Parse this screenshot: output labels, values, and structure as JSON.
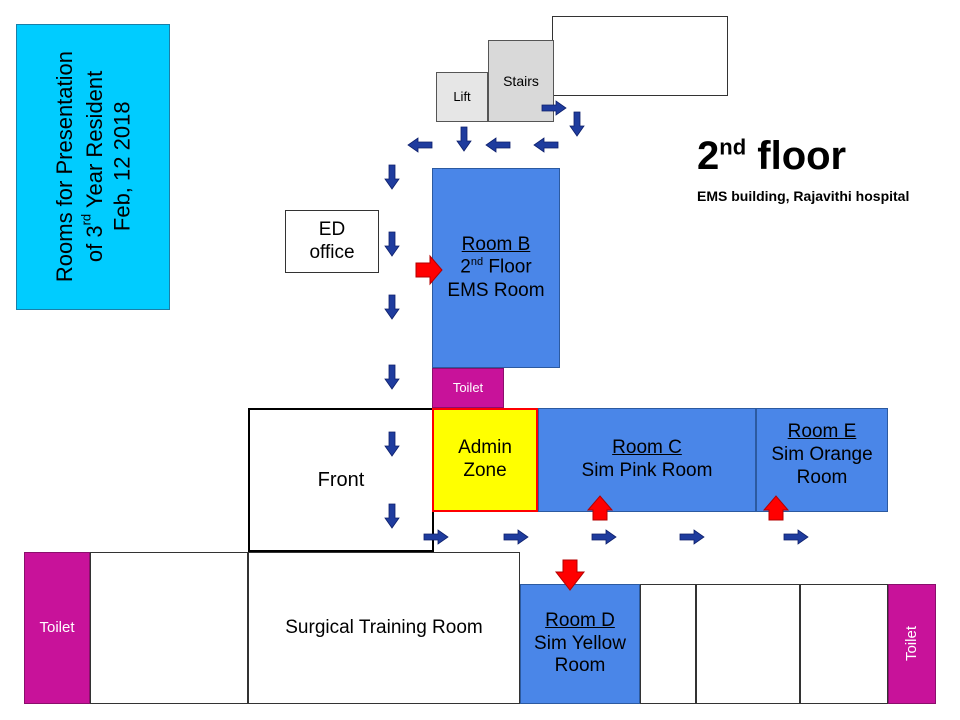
{
  "title": {
    "line1": "Rooms for Presentation",
    "line2_pre": "of  3",
    "line2_sup": "rd",
    "line2_post": " Year Resident",
    "line3": "Feb, 12 2018"
  },
  "floor": {
    "heading_num": "2",
    "heading_sup": "nd",
    "heading_word": " floor",
    "subtitle": "EMS building, Rajavithi hospital"
  },
  "rooms": {
    "lift": "Lift",
    "stairs": "Stairs",
    "ed_office_l1": "ED",
    "ed_office_l2": "office",
    "room_b": {
      "name": "Room B",
      "desc_num": "2",
      "desc_sup": "nd",
      "desc_rest": " Floor",
      "desc2": "EMS Room"
    },
    "toilet_small": "Toilet",
    "admin_l1": "Admin",
    "admin_l2": "Zone",
    "front": "Front",
    "room_c": {
      "name": "Room C",
      "desc": "Sim Pink Room"
    },
    "room_e": {
      "name": "Room E",
      "desc1": "Sim Orange",
      "desc2": "Room"
    },
    "toilet_left": "Toilet",
    "surgical": "Surgical Training Room",
    "room_d": {
      "name": "Room D",
      "desc1": "Sim Yellow",
      "desc2": "Room"
    },
    "toilet_right": "Toilet"
  },
  "colors": {
    "room_blue": "#4a86e8",
    "title_cyan": "#00ccff",
    "admin_yellow": "#ffff00",
    "toilet_magenta": "#c8129a",
    "path_arrow": "#1f3c9e",
    "highlight_arrow": "#ff0000"
  }
}
